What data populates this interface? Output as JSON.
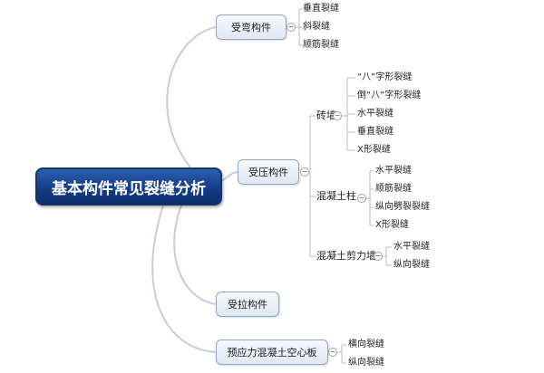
{
  "root": {
    "label": "基本构件常见裂缝分析"
  },
  "bending": {
    "label": "受弯构件",
    "items": [
      "垂直裂缝",
      "斜裂缝",
      "顺筋裂缝"
    ]
  },
  "compression": {
    "label": "受压构件",
    "brick_wall": {
      "label": "砖墙",
      "items": [
        "“八”字形裂缝",
        "倒“八”字形裂缝",
        "水平裂缝",
        "垂直裂缝",
        "X形裂缝"
      ]
    },
    "concrete_column": {
      "label": "混凝土柱",
      "items": [
        "水平裂缝",
        "顺筋裂缝",
        "纵向劈裂裂缝",
        "X形裂缝"
      ]
    },
    "shear_wall": {
      "label": "混凝土剪力墙",
      "items": [
        "水平裂缝",
        "纵向裂缝"
      ]
    }
  },
  "tension": {
    "label": "受拉构件"
  },
  "prestressed": {
    "label": "预应力混凝土空心板",
    "items": [
      "横向裂缝",
      "纵向裂缝"
    ]
  },
  "toggle_symbol": "−",
  "colors": {
    "root_fill": "#143d86",
    "connector": "#c5ced9",
    "box_border": "#8fa6c4"
  }
}
